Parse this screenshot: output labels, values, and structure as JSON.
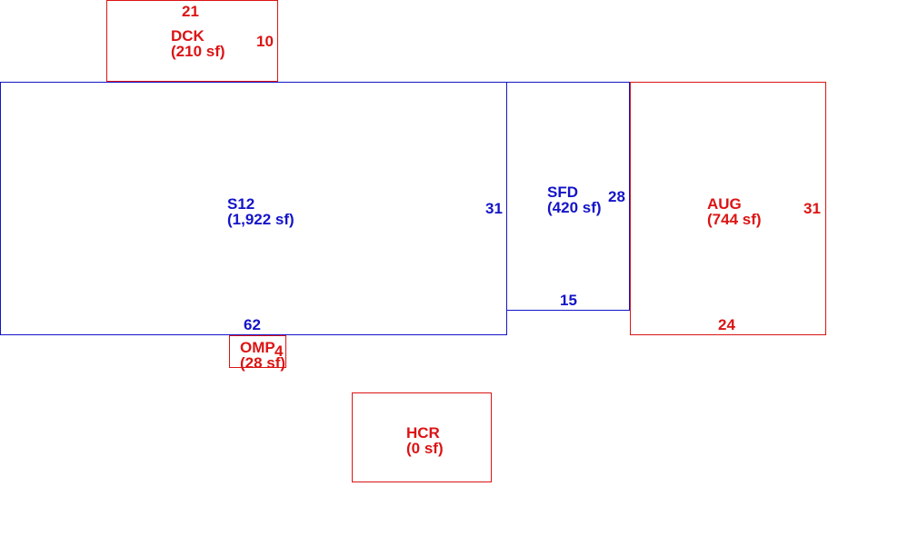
{
  "colors": {
    "blue": "#1414c8",
    "red": "#dc1414",
    "background": "#ffffff"
  },
  "areas": {
    "dck": {
      "code": "DCK",
      "area": "(210 sf)",
      "dim_top": "21",
      "dim_right": "10"
    },
    "s12": {
      "code": "S12",
      "area": "(1,922 sf)",
      "dim_right": "31",
      "dim_bottom": "62"
    },
    "sfd": {
      "code": "SFD",
      "area": "(420 sf)",
      "dim_right": "28",
      "dim_bottom": "15"
    },
    "aug": {
      "code": "AUG",
      "area": "(744 sf)",
      "dim_right": "31",
      "dim_bottom": "24"
    },
    "omp": {
      "code": "OMP",
      "area": "(28 sf)",
      "dim_right": "4"
    },
    "hcr": {
      "code": "HCR",
      "area": "(0 sf)"
    }
  }
}
